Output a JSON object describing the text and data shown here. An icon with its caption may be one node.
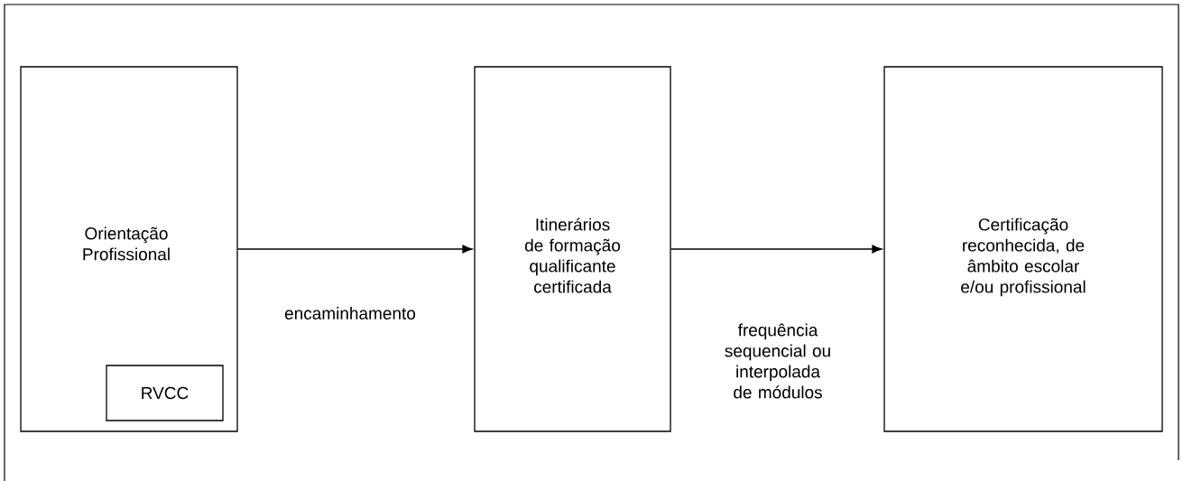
{
  "diagram": {
    "nodes": [
      {
        "text": [
          "Orientação Profissional"
        ]
      },
      {
        "text": [
          "RVCC"
        ],
        "in": 0
      },
      {
        "text": [
          "Itinerários de formação qualificante certificada"
        ]
      },
      {
        "text": [
          "Certificação reconhecida, de âmbito escolar e/ou profissional"
        ]
      }
    ],
    "edges": [
      {
        "from": 0,
        "to": 2,
        "arrow": "to",
        "label": "encaminhamento"
      },
      {
        "from": 2,
        "to": 3,
        "arrow": "to",
        "label": "frequência sequencial ou interpolada de módulos"
      }
    ]
  }
}
